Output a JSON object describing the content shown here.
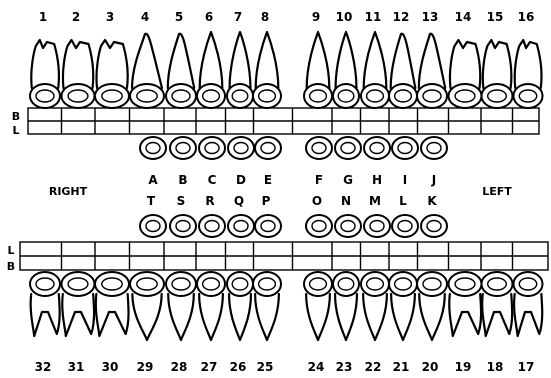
{
  "chart_title": "",
  "side_labels": {
    "right": "RIGHT",
    "left": "LEFT"
  },
  "upper_rows": {
    "b": "B",
    "l": "L"
  },
  "lower_rows": {
    "l": "L",
    "b": "B"
  },
  "permanent_upper": [
    "1",
    "2",
    "3",
    "4",
    "5",
    "6",
    "7",
    "8",
    "9",
    "10",
    "11",
    "12",
    "13",
    "14",
    "15",
    "16"
  ],
  "permanent_lower": [
    "32",
    "31",
    "30",
    "29",
    "28",
    "27",
    "26",
    "25",
    "24",
    "23",
    "22",
    "21",
    "20",
    "19",
    "18",
    "17"
  ],
  "primary_upper": [
    "A",
    "B",
    "C",
    "D",
    "E",
    "F",
    "G",
    "H",
    "I",
    "J"
  ],
  "primary_lower": [
    "T",
    "S",
    "R",
    "Q",
    "P",
    "O",
    "N",
    "M",
    "L",
    "K"
  ],
  "colors": {
    "ink": "#000000",
    "paper": "#ffffff"
  }
}
